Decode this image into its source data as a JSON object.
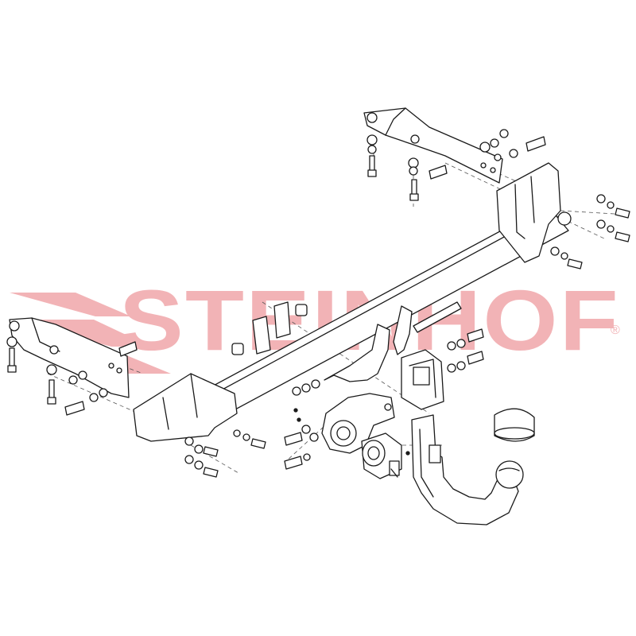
{
  "watermark": {
    "brand": "STEINHOF",
    "registered_mark": "®"
  },
  "diagram": {
    "kind": "exploded-assembly-drawing",
    "parts": [
      "tow-bar-crossbeam",
      "right-side-bracket",
      "left-side-bracket",
      "detachable-tow-ball-neck",
      "tow-ball-cover-cap",
      "electrical-socket",
      "socket-mounting-plate",
      "lock-receiver",
      "spacer-plates",
      "bolts-washers-nuts"
    ]
  }
}
